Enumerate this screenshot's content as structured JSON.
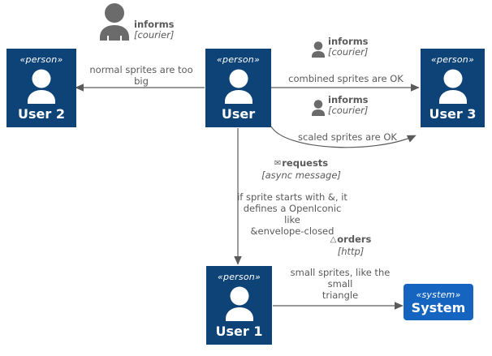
{
  "diagram": {
    "type": "uml-context-diagram",
    "colors": {
      "person_box": "#0d4377",
      "system_box": "#1565c0",
      "text": "#5a5a5a",
      "arrow": "#5a5a5a",
      "box_text": "#ffffff",
      "sprite_gray": "#6b6b6b"
    },
    "nodes": [
      {
        "id": "user2",
        "stereotype": "«person»",
        "name": "User 2",
        "kind": "person"
      },
      {
        "id": "user",
        "stereotype": "«person»",
        "name": "User",
        "kind": "person"
      },
      {
        "id": "user3",
        "stereotype": "«person»",
        "name": "User 3",
        "kind": "person"
      },
      {
        "id": "user1",
        "stereotype": "«person»",
        "name": "User 1",
        "kind": "person"
      },
      {
        "id": "system",
        "stereotype": "«system»",
        "name": "System",
        "kind": "system"
      }
    ],
    "edges": [
      {
        "id": "e1",
        "from": "user",
        "to": "user2",
        "label": "normal sprites are too\nbig",
        "line": "straight"
      },
      {
        "id": "e2",
        "from": "user",
        "to": "user3",
        "label": "combined sprites are OK",
        "line": "straight"
      },
      {
        "id": "e3",
        "from": "user",
        "to": "user3",
        "label": "scaled sprites are OK",
        "line": "curved"
      },
      {
        "id": "e4",
        "from": "user",
        "to": "user1",
        "label": "if sprite starts with &, it\ndefines a OpenIconic\nlike\n&envelope-closed",
        "line": "straight"
      },
      {
        "id": "e5",
        "from": "user1",
        "to": "system",
        "label": "small sprites, like the\nsmall\ntriangle",
        "line": "straight"
      }
    ],
    "annotations": [
      {
        "id": "a1",
        "icon": "person-sprite-large",
        "title": "informs",
        "subtitle": "[courier]"
      },
      {
        "id": "a2",
        "icon": "person-sprite-small",
        "title": "informs",
        "subtitle": "[courier]"
      },
      {
        "id": "a3",
        "icon": "person-sprite-small",
        "title": "informs",
        "subtitle": "[courier]"
      },
      {
        "id": "a4",
        "icon": "envelope-closed-icon",
        "glyph": "✉",
        "title": "requests",
        "subtitle": "[async message]"
      },
      {
        "id": "a5",
        "icon": "triangle-icon",
        "glyph": "△",
        "title": "orders",
        "subtitle": "[http]"
      }
    ],
    "edge_labels": {
      "normal_sprites_l1": "normal sprites are too",
      "normal_sprites_l2": "big",
      "combined_sprites": "combined sprites are OK",
      "scaled_sprites": "scaled sprites are OK",
      "openiconic_l1": "if sprite starts with &, it",
      "openiconic_l2": "defines a OpenIconic",
      "openiconic_l3": "like",
      "openiconic_l4": "&envelope-closed",
      "small_sprites_l1": "small sprites, like the",
      "small_sprites_l2": "small",
      "small_sprites_l3": "triangle"
    }
  }
}
